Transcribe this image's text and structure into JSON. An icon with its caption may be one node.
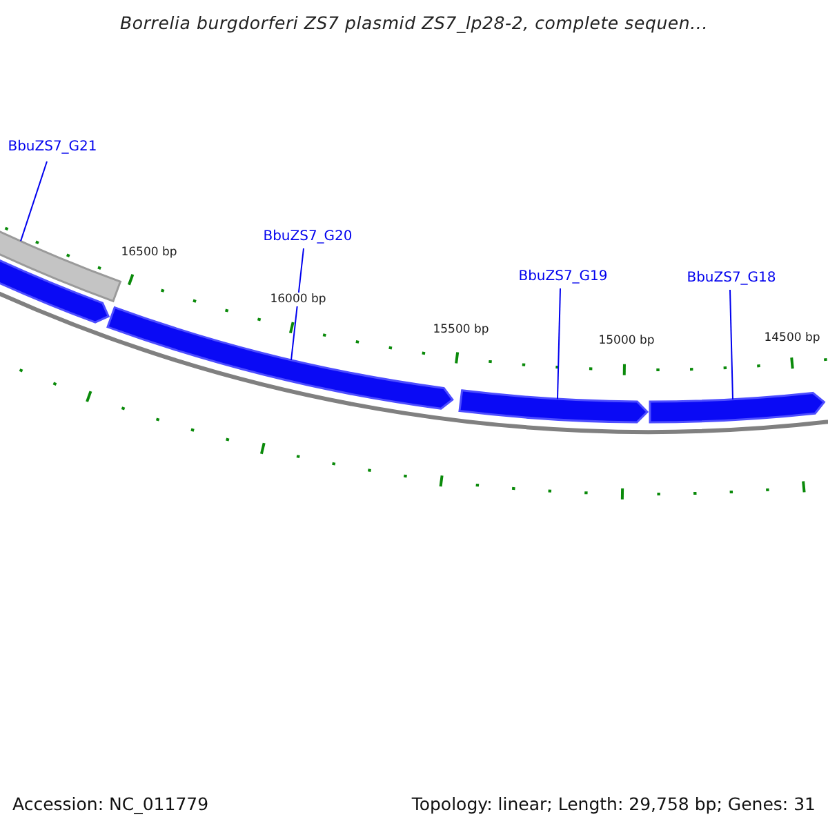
{
  "diagram": {
    "title": "Borrelia burgdorferi ZS7 plasmid ZS7_lp28-2, complete sequen...",
    "nodes": [
      {
        "text": [
          "BbuZS7_G21"
        ]
      },
      {
        "text": [
          "BbuZS7_G20"
        ]
      },
      {
        "text": [
          "BbuZS7_G19"
        ]
      },
      {
        "text": [
          "BbuZS7_G18"
        ]
      },
      {
        "text": [],
        "shape": "bar"
      },
      {
        "text": [],
        "shape": "arrow"
      },
      {
        "text": [],
        "shape": "arrow"
      },
      {
        "text": [],
        "shape": "arrow"
      },
      {
        "text": [],
        "shape": "arrow"
      }
    ],
    "edges": [
      {
        "from": 0,
        "to": 4,
        "arrow": "none"
      },
      {
        "from": 1,
        "to": 6,
        "arrow": "none"
      },
      {
        "from": 2,
        "to": 7,
        "arrow": "none"
      },
      {
        "from": 3,
        "to": 8,
        "arrow": "none"
      }
    ],
    "labels": [
      "16500 bp",
      "16000 bp",
      "15500 bp",
      "15000 bp",
      "14500 bp",
      "Accession: NC_011779",
      "Topology: linear; Length: 29,758 bp; Genes: 31"
    ]
  }
}
